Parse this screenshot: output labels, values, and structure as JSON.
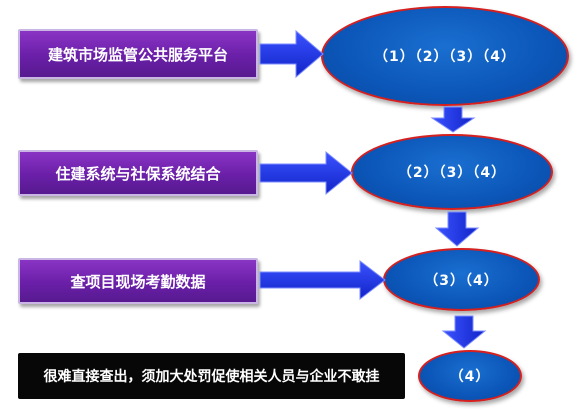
{
  "rows": [
    {
      "label": "建筑市场监管公共服务平台",
      "ellipse": "（1）（2）（3）（4）"
    },
    {
      "label": "住建系统与社保系统结合",
      "ellipse": "（2）（3）（4）"
    },
    {
      "label": "查项目现场考勤数据",
      "ellipse": "（3）（4）"
    },
    {
      "label": "很难直接查出，须加大处罚促使相关人员与企业不敢挂",
      "ellipse": "（4）"
    }
  ],
  "colors": {
    "purple_box": "#6a1fa8",
    "ellipse_fill": "#0b56b8",
    "ellipse_border": "#d52020",
    "arrow_fill": "#1a2fe0",
    "black_box": "#070707"
  }
}
